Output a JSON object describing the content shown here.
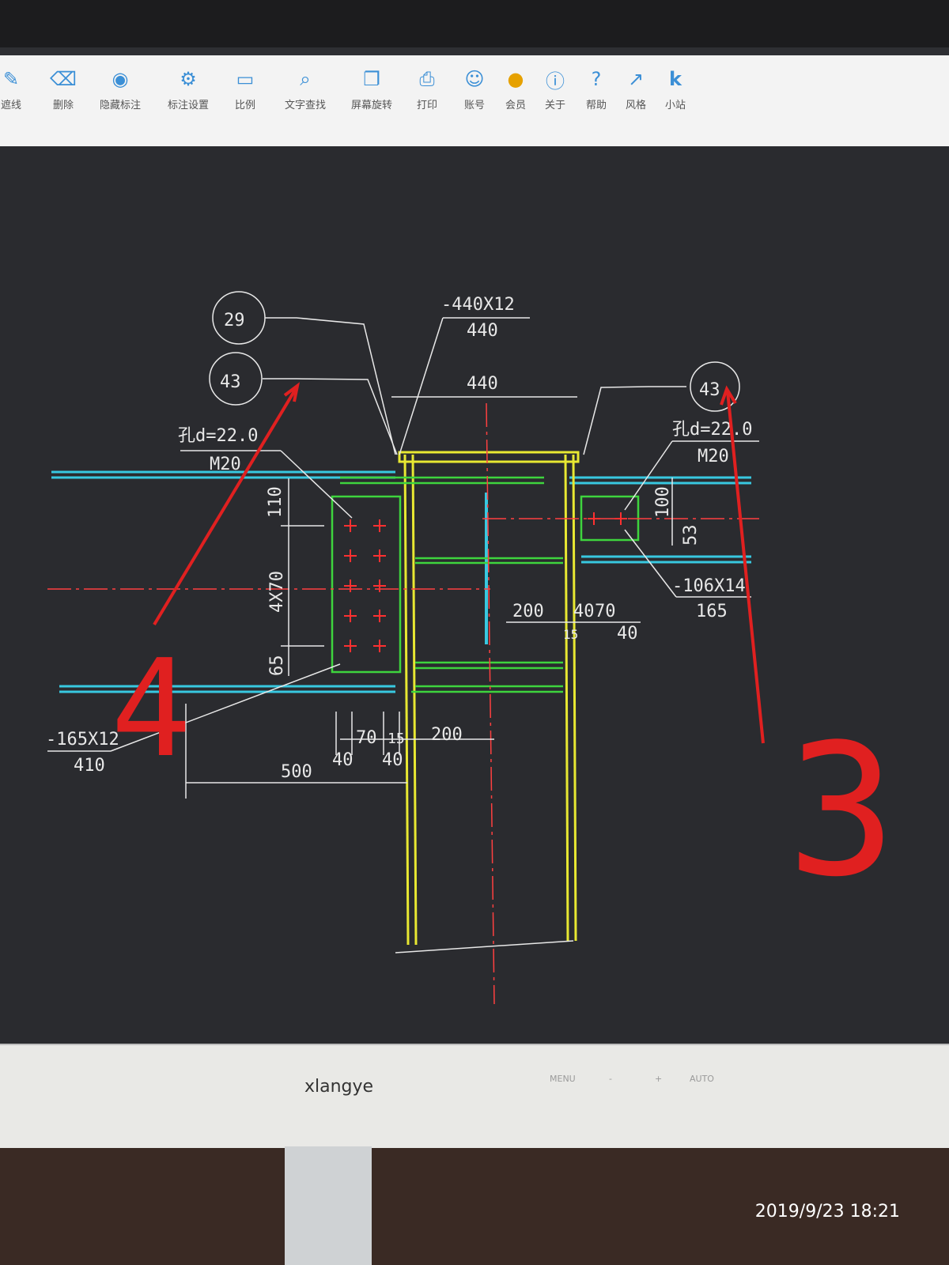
{
  "toolbar": {
    "items": [
      {
        "label": "遮线",
        "icon": "pen-icon"
      },
      {
        "label": "删除",
        "icon": "eraser-icon"
      },
      {
        "label": "隐藏标注",
        "icon": "eye-icon"
      },
      {
        "label": "标注设置",
        "icon": "settings-icon"
      },
      {
        "label": "比例",
        "icon": "scale-icon"
      },
      {
        "label": "文字查找",
        "icon": "search-icon"
      },
      {
        "label": "屏幕旋转",
        "icon": "rotate-icon"
      },
      {
        "label": "打印",
        "icon": "printer-icon"
      },
      {
        "label": "账号",
        "icon": "user-icon"
      },
      {
        "label": "会员",
        "icon": "vip-icon"
      },
      {
        "label": "关于",
        "icon": "info-icon"
      },
      {
        "label": "帮助",
        "icon": "help-icon"
      },
      {
        "label": "风格",
        "icon": "style-icon"
      },
      {
        "label": "小站",
        "icon": "k-icon"
      }
    ]
  },
  "drawing": {
    "callouts": {
      "left_top": "29",
      "left_bottom": "43",
      "right": "43"
    },
    "top_plate": {
      "spec": "-440X12",
      "length": "440"
    },
    "top_width": "440",
    "left_bolt": {
      "hole": "孔d=22.0",
      "bolt": "M20"
    },
    "right_bolt": {
      "hole": "孔d=22.0",
      "bolt": "M20"
    },
    "left_vertical_dims": [
      "110",
      "4X70",
      "65"
    ],
    "right_vertical_dims": [
      "100",
      "53"
    ],
    "right_plate": {
      "spec": "-106X14",
      "length": "165"
    },
    "left_plate": {
      "spec": "-165X12",
      "length": "410"
    },
    "right_horizontal_dims": [
      "200",
      "40",
      "70",
      "15",
      "40"
    ],
    "bottom_dims": [
      "70",
      "15",
      "200",
      "40",
      "40",
      "500"
    ],
    "annotation_left": "4",
    "annotation_right": "3"
  },
  "monitor": {
    "brand": "xlangye",
    "controls": [
      "MENU",
      "-",
      "+",
      "AUTO"
    ]
  },
  "timestamp": "2019/9/23  18:21",
  "colors": {
    "beam": "#38c8e0",
    "column": "#e8e832",
    "plate": "#3ed43e",
    "bolt": "#ff3030",
    "dim": "#e8e8e8",
    "marker": "#e02020"
  }
}
